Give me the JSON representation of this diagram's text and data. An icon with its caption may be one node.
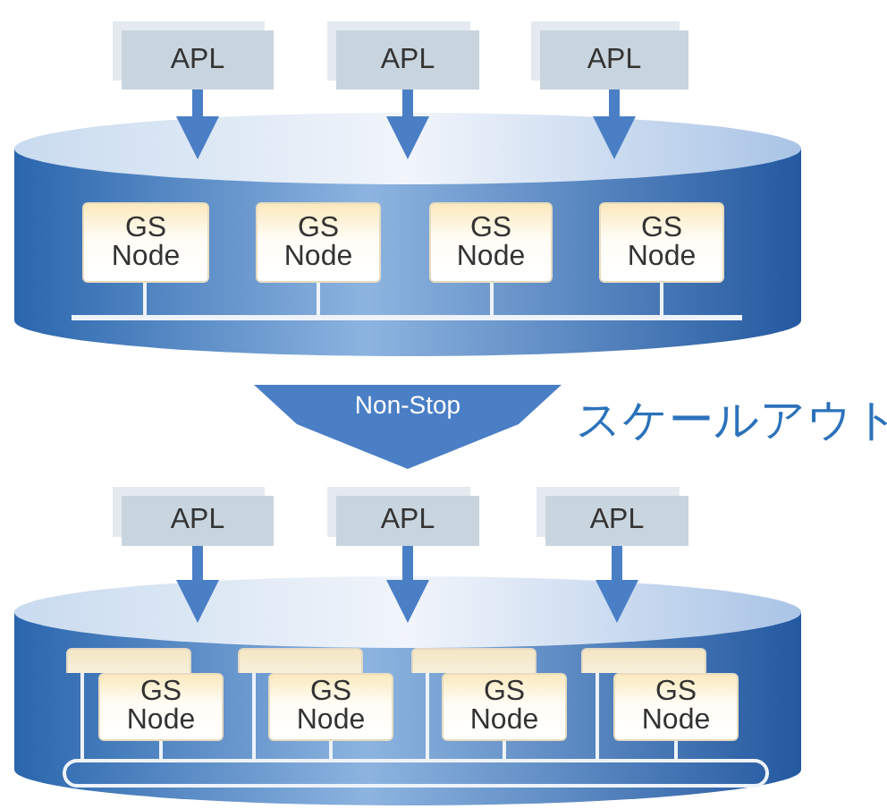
{
  "diagram": {
    "nodes": [
      {
        "text": [
          "APL"
        ]
      },
      {
        "text": [
          "APL"
        ]
      },
      {
        "text": [
          "APL"
        ]
      },
      {
        "text": [],
        "shape": "cylinder"
      },
      {
        "text": [
          "GS Node"
        ],
        "in": 3
      },
      {
        "text": [
          "GS Node"
        ],
        "in": 3
      },
      {
        "text": [
          "GS Node"
        ],
        "in": 3
      },
      {
        "text": [
          "GS Node"
        ],
        "in": 3
      },
      {
        "text": [],
        "shape": "bar",
        "in": 3
      },
      {
        "text": [
          "APL"
        ]
      },
      {
        "text": [
          "APL"
        ]
      },
      {
        "text": [
          "APL"
        ]
      },
      {
        "text": [],
        "shape": "cylinder"
      },
      {
        "text": [],
        "shape": "box",
        "in": 12
      },
      {
        "text": [],
        "shape": "box",
        "in": 12
      },
      {
        "text": [],
        "shape": "box",
        "in": 12
      },
      {
        "text": [],
        "shape": "box",
        "in": 12
      },
      {
        "text": [
          "GS Node"
        ],
        "in": 12
      },
      {
        "text": [
          "GS Node"
        ],
        "in": 12
      },
      {
        "text": [
          "GS Node"
        ],
        "in": 12
      },
      {
        "text": [
          "GS Node"
        ],
        "in": 12
      },
      {
        "text": [],
        "shape": "bar",
        "in": 12
      }
    ],
    "edges": [
      {
        "from": 0,
        "to": 3,
        "arrow": "to",
        "style": "thick",
        "color": "#4a7fc6"
      },
      {
        "from": 1,
        "to": 3,
        "arrow": "to",
        "style": "thick",
        "color": "#4a7fc6"
      },
      {
        "from": 2,
        "to": 3,
        "arrow": "to",
        "style": "thick",
        "color": "#4a7fc6"
      },
      {
        "from": 4,
        "to": 8,
        "arrow": "none"
      },
      {
        "from": 5,
        "to": 8,
        "arrow": "none"
      },
      {
        "from": 6,
        "to": 8,
        "arrow": "none"
      },
      {
        "from": 7,
        "to": 8,
        "arrow": "none"
      },
      {
        "from": 3,
        "to": 12,
        "arrow": "to",
        "label": "Non-Stop",
        "style": "thick",
        "color": "#4a7fc6"
      },
      {
        "from": 9,
        "to": 12,
        "arrow": "to",
        "style": "thick",
        "color": "#4a7fc6"
      },
      {
        "from": 10,
        "to": 12,
        "arrow": "to",
        "style": "thick",
        "color": "#4a7fc6"
      },
      {
        "from": 11,
        "to": 12,
        "arrow": "to",
        "style": "thick",
        "color": "#4a7fc6"
      },
      {
        "from": 13,
        "to": 21,
        "arrow": "none"
      },
      {
        "from": 14,
        "to": 21,
        "arrow": "none"
      },
      {
        "from": 15,
        "to": 21,
        "arrow": "none"
      },
      {
        "from": 16,
        "to": 21,
        "arrow": "none"
      },
      {
        "from": 17,
        "to": 21,
        "arrow": "none"
      },
      {
        "from": 18,
        "to": 21,
        "arrow": "none"
      },
      {
        "from": 19,
        "to": 21,
        "arrow": "none"
      },
      {
        "from": 20,
        "to": 21,
        "arrow": "none"
      }
    ],
    "labels": [
      "スケールアウト"
    ]
  }
}
